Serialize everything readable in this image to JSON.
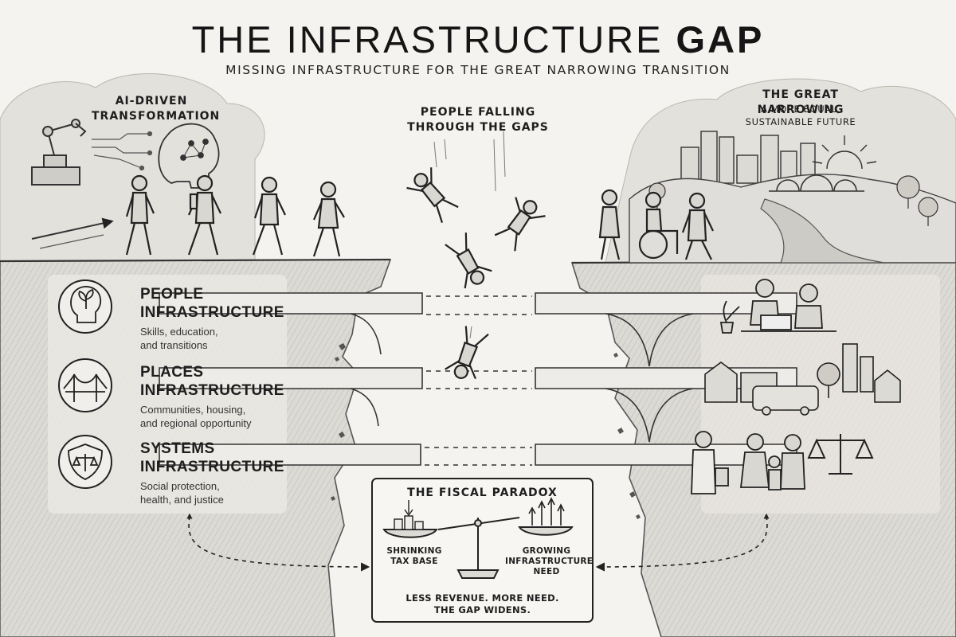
{
  "header": {
    "title_main": "THE INFRASTRUCTURE",
    "title_emph": "GAP",
    "subtitle": "MISSING INFRASTRUCTURE FOR THE GREAT NARROWING TRANSITION"
  },
  "left_panel": {
    "title_line1": "AI-DRIVEN",
    "title_line2": "TRANSFORMATION"
  },
  "center_label": {
    "line1": "PEOPLE FALLING",
    "line2": "THROUGH THE GAPS"
  },
  "right_panel": {
    "title": "THE GREAT NARROWING",
    "subtitle_line1": "A MORE EQUAL,",
    "subtitle_line2": "SUSTAINABLE FUTURE"
  },
  "lanes": [
    {
      "title_line1": "PEOPLE",
      "title_line2": "INFRASTRUCTURE",
      "desc_line1": "Skills, education,",
      "desc_line2": "and transitions",
      "icon": "head-sprout-icon"
    },
    {
      "title_line1": "PLACES",
      "title_line2": "INFRASTRUCTURE",
      "desc_line1": "Communities, housing,",
      "desc_line2": "and regional opportunity",
      "icon": "bridge-icon"
    },
    {
      "title_line1": "SYSTEMS",
      "title_line2": "INFRASTRUCTURE",
      "desc_line1": "Social protection,",
      "desc_line2": "health, and justice",
      "icon": "shield-scales-icon"
    }
  ],
  "fiscal_box": {
    "title": "THE FISCAL PARADOX",
    "left_line1": "SHRINKING",
    "left_line2": "TAX BASE",
    "right_line1": "GROWING",
    "right_line2": "INFRASTRUCTURE",
    "right_line3": "NEED",
    "footer_line1": "LESS REVENUE.  MORE NEED.",
    "footer_line2": "THE GAP WIDENS."
  },
  "colors": {
    "ink": "#1e1e1e",
    "paper": "#f4f3ef",
    "shade": "#d6d4ce",
    "rock": "#c9c7c1"
  }
}
